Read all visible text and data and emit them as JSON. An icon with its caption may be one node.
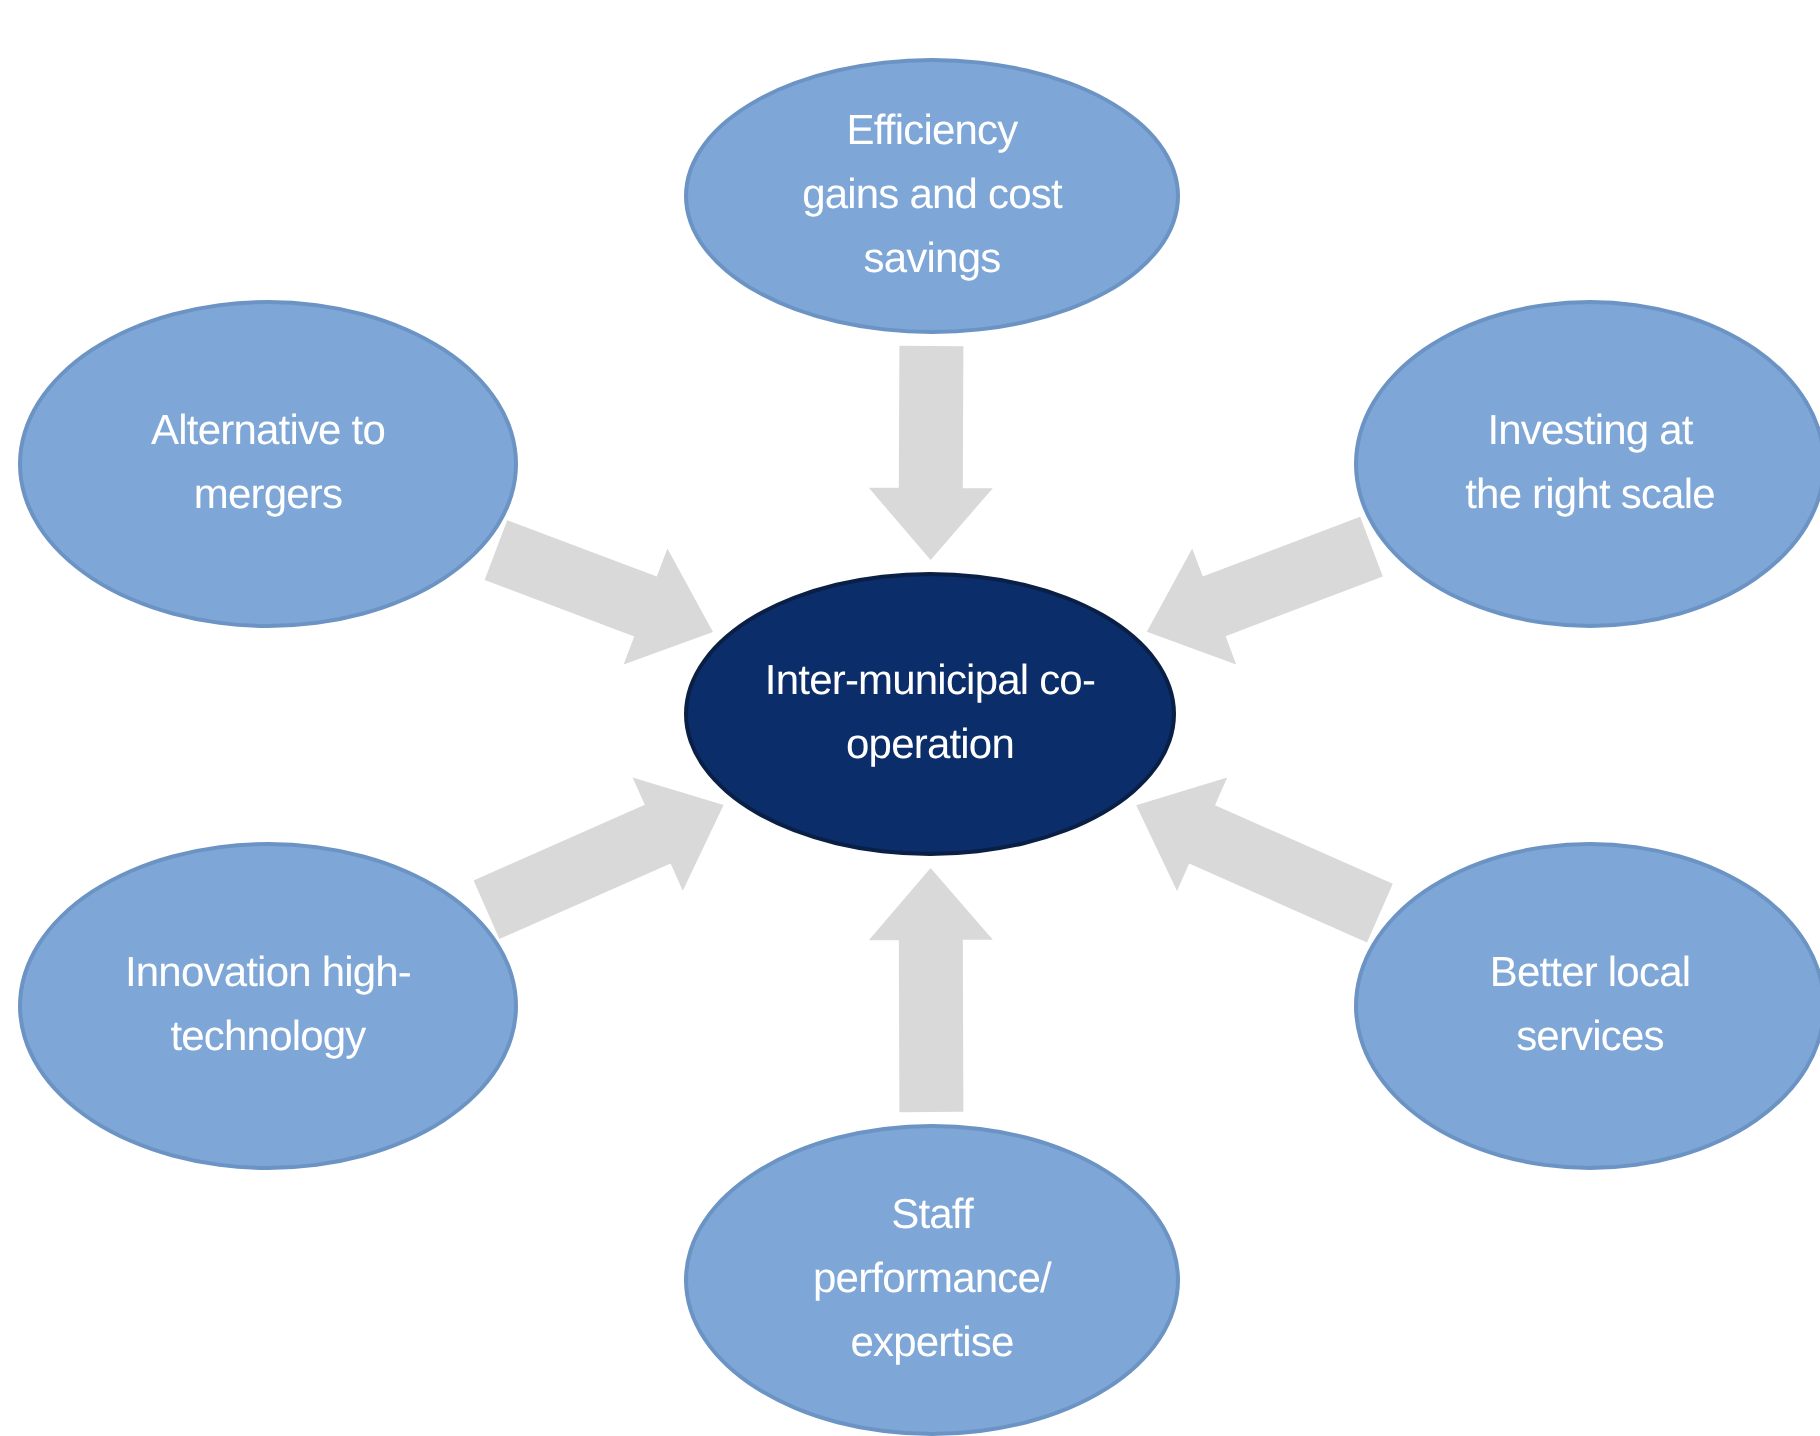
{
  "diagram": {
    "nodes": [
      {
        "text": [
          "Efficiency gains and cost savings"
        ]
      },
      {
        "text": [
          "Alternative to mergers"
        ]
      },
      {
        "text": [
          "Investing at the right scale"
        ]
      },
      {
        "text": [
          "Inter-municipal co-operation"
        ]
      },
      {
        "text": [
          "Innovation high-technology"
        ]
      },
      {
        "text": [
          "Better local services"
        ]
      },
      {
        "text": [
          "Staff performance/ expertise"
        ]
      }
    ],
    "edges": [
      {
        "from": 0,
        "to": 3,
        "arrow": "to"
      },
      {
        "from": 1,
        "to": 3,
        "arrow": "to"
      },
      {
        "from": 2,
        "to": 3,
        "arrow": "to"
      },
      {
        "from": 4,
        "to": 3,
        "arrow": "to"
      },
      {
        "from": 5,
        "to": 3,
        "arrow": "to"
      },
      {
        "from": 6,
        "to": 3,
        "arrow": "to"
      }
    ]
  }
}
